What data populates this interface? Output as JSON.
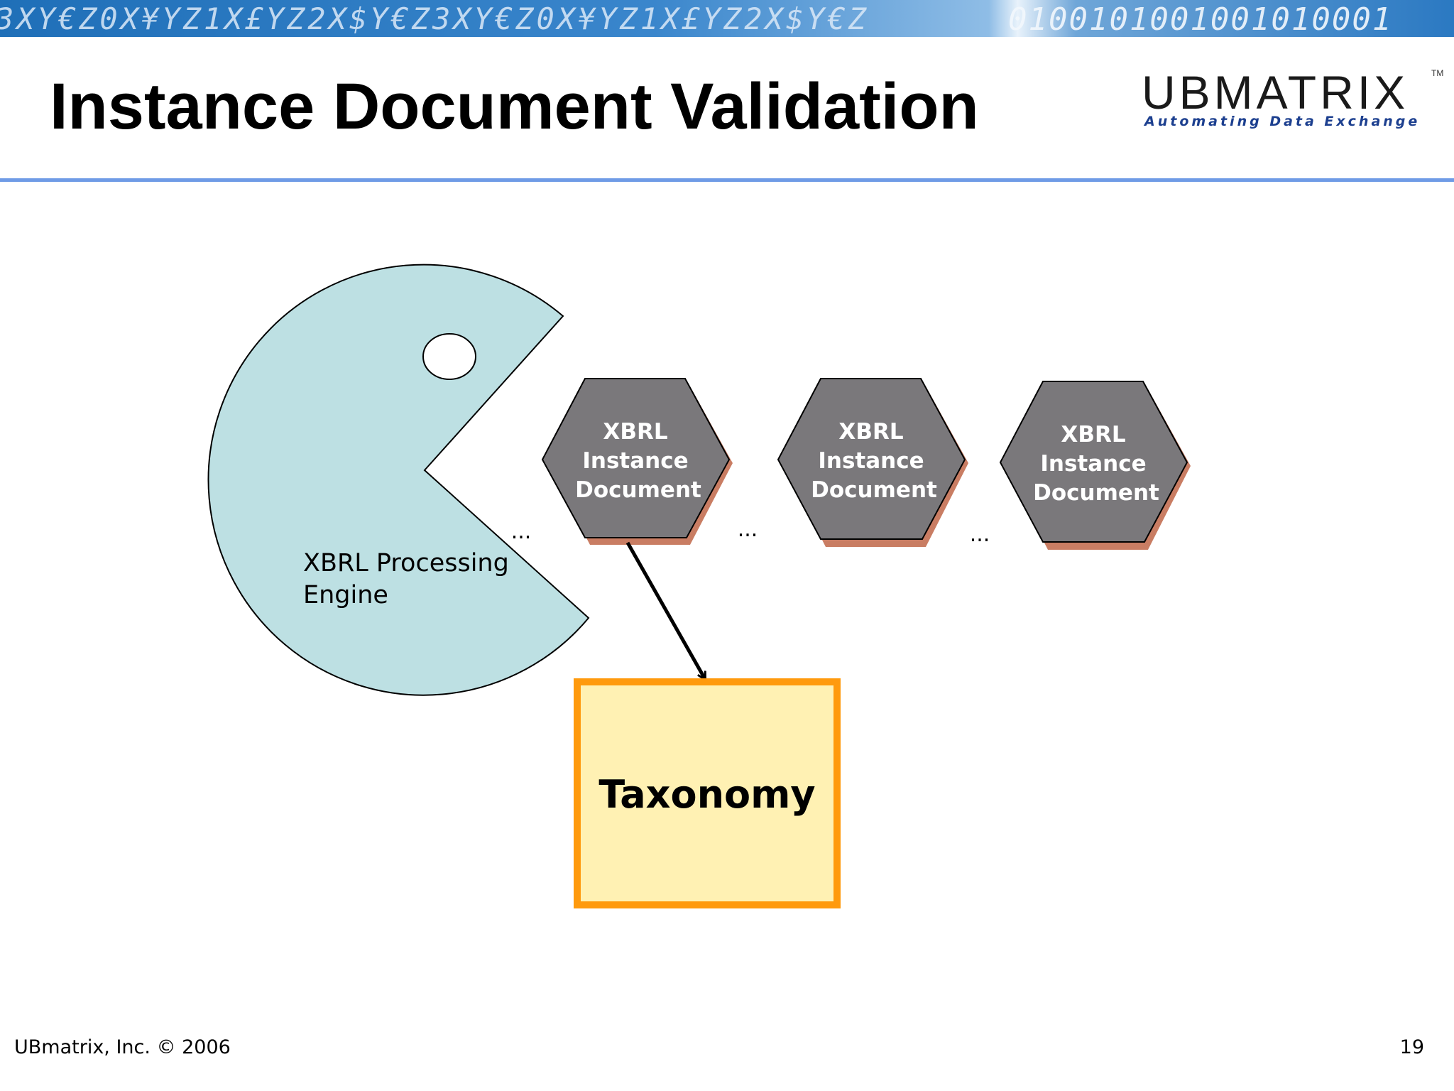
{
  "header": {
    "banner_symbols": "3XY€Z0X¥YZ1X£YZ2X$Y€Z3XY€Z0X¥YZ1X£YZ2X$Y€Z",
    "banner_binary": "0100101001001010001",
    "title": "Instance Document Validation",
    "logo_name": "UBMATRIX",
    "logo_tm": "TM",
    "logo_tagline": "Automating Data Exchange"
  },
  "diagram": {
    "engine_label_line1": "XBRL Processing",
    "engine_label_line2": "Engine",
    "documents": [
      {
        "line1": "XBRL",
        "line2": "Instance",
        "line3": "Document"
      },
      {
        "line1": "XBRL",
        "line2": "Instance",
        "line3": "Document"
      },
      {
        "line1": "XBRL",
        "line2": "Instance",
        "line3": "Document"
      }
    ],
    "ellipsis": "...",
    "taxonomy_label": "Taxonomy"
  },
  "footer": {
    "copyright": "UBmatrix, Inc. © 2006",
    "page_number": "19"
  },
  "colors": {
    "engine_fill": "#bde0e3",
    "hex_fill": "#7a787b",
    "hex_shadow": "#c97d63",
    "taxonomy_fill": "#fff1b3",
    "taxonomy_border": "#ff9a0d",
    "title_rule": "#6f9be6"
  }
}
